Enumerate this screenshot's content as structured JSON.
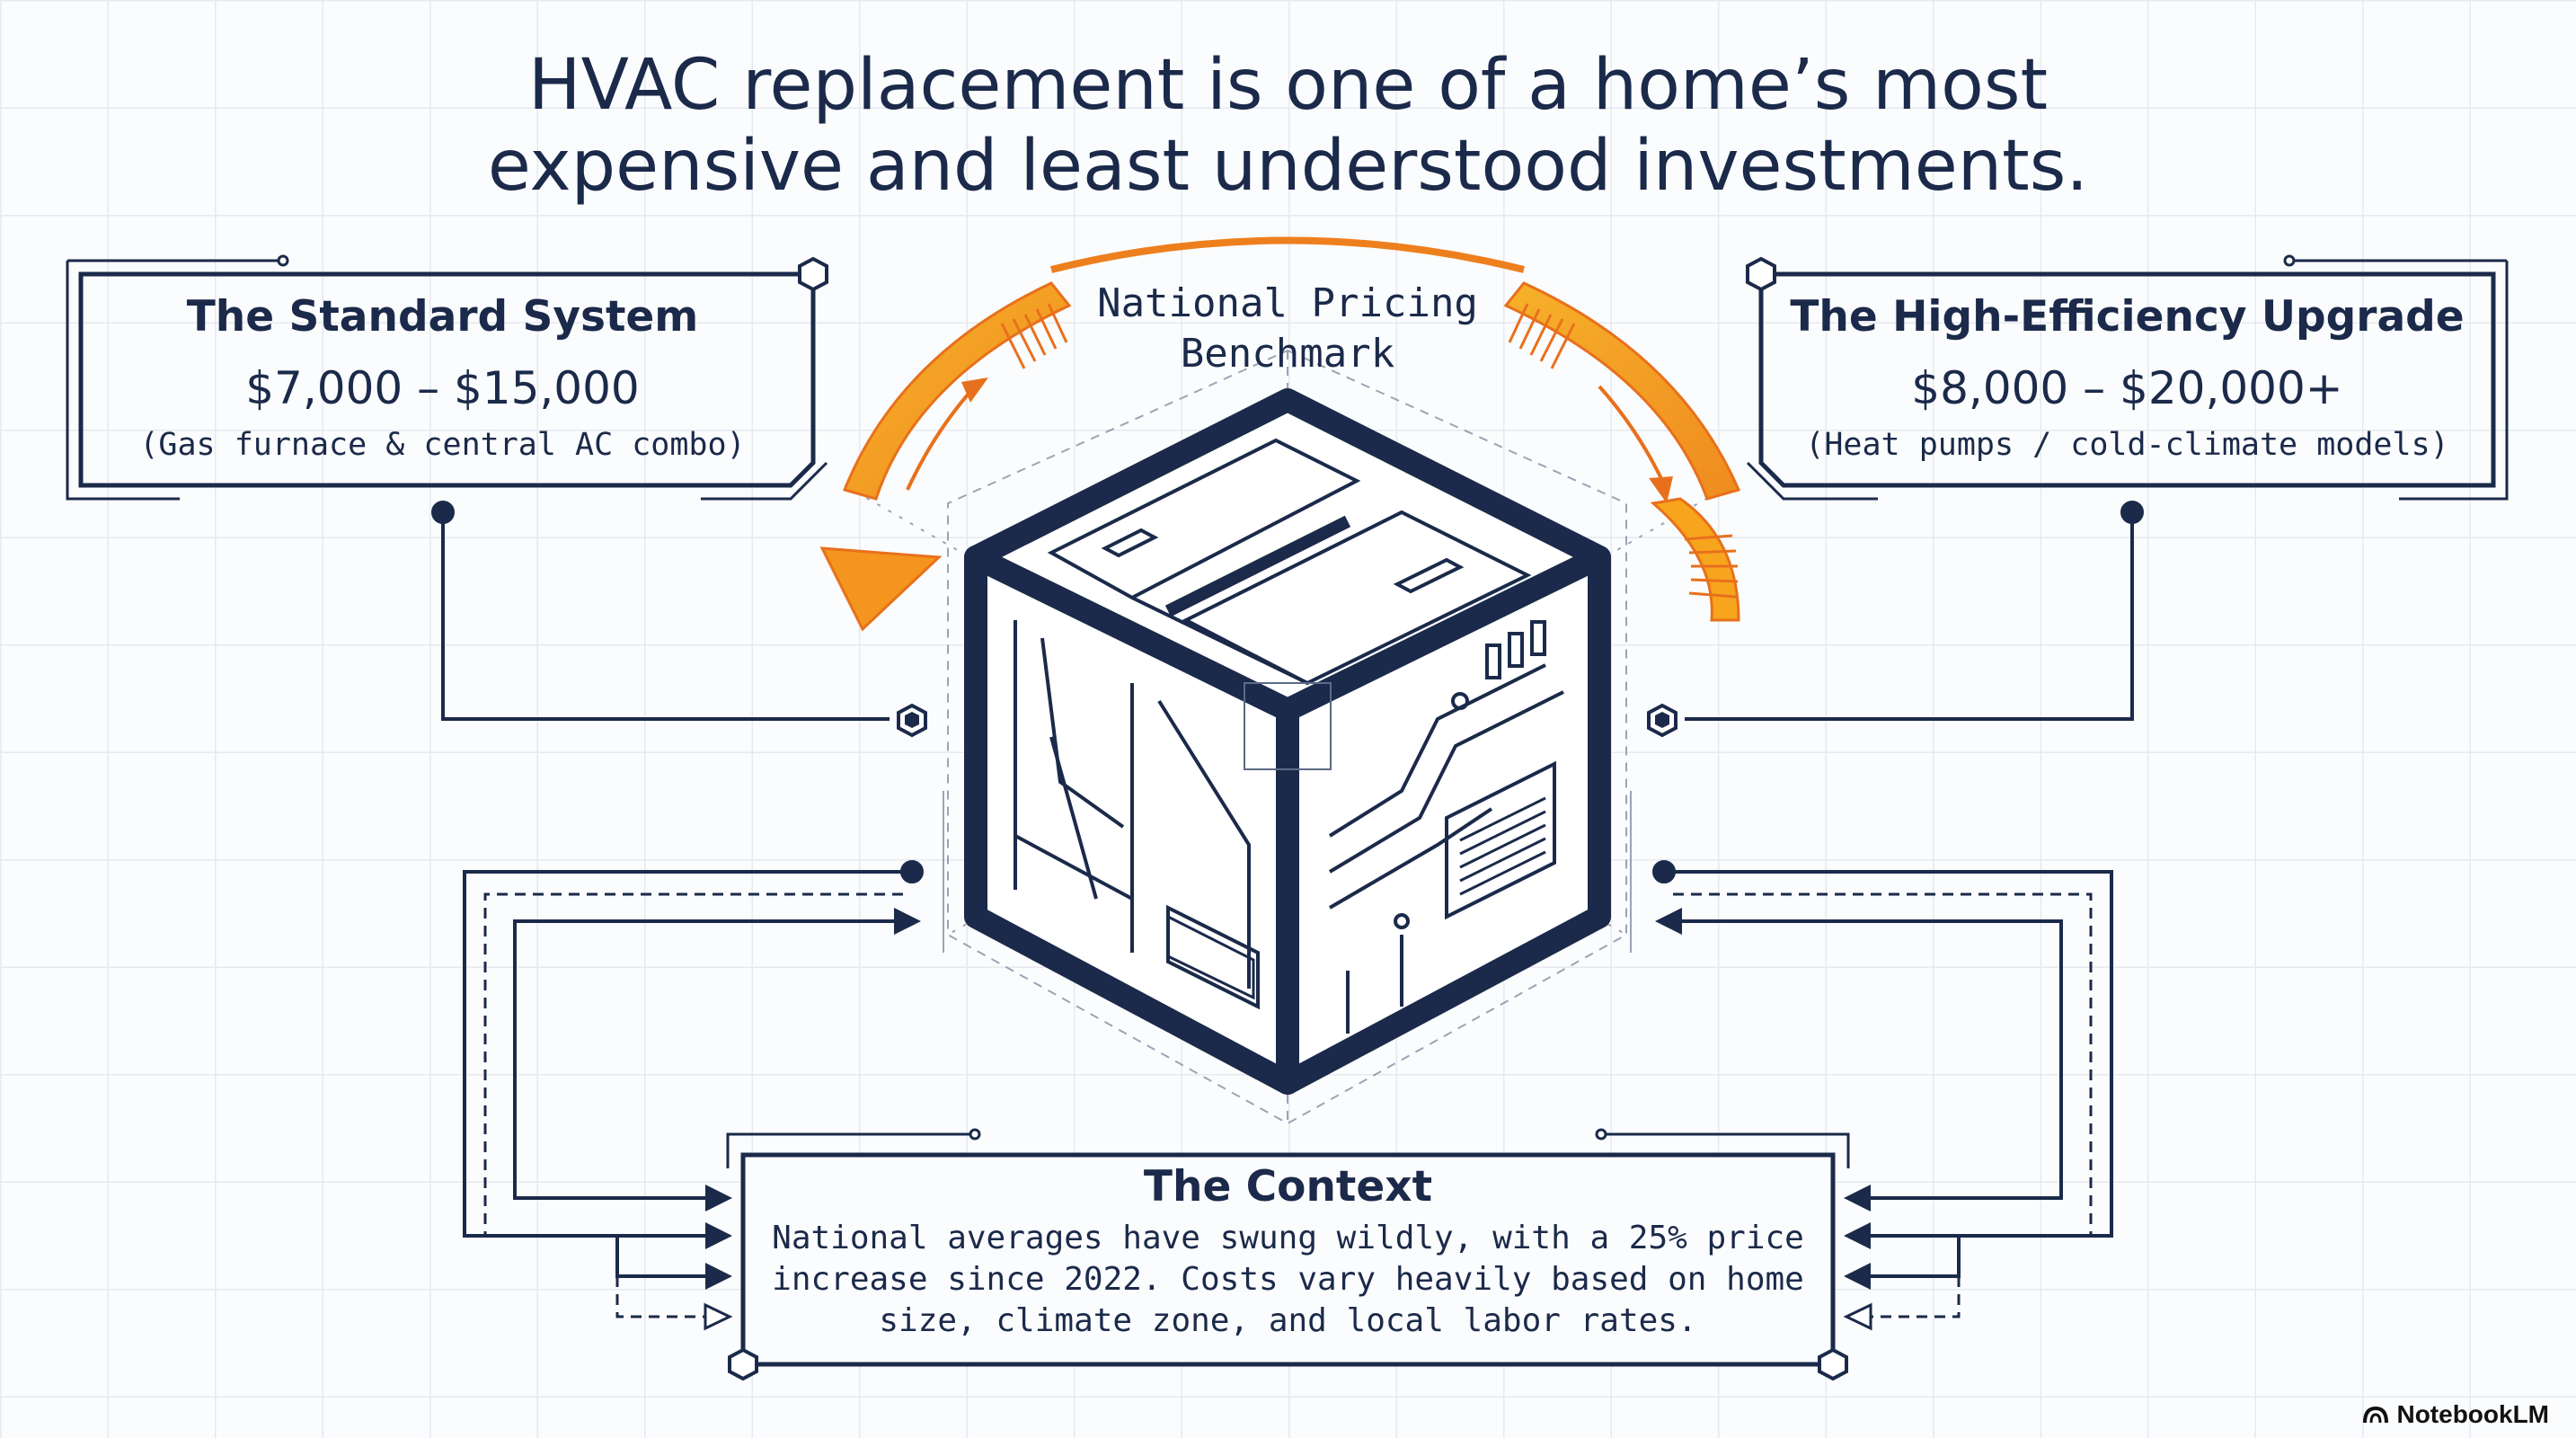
{
  "title": {
    "line1": "HVAC replacement is one of a home’s most",
    "line2": "expensive and least understood investments."
  },
  "benchmark": {
    "line1": "National Pricing",
    "line2": "Benchmark"
  },
  "standard": {
    "heading": "The Standard System",
    "price": "$7,000 – $15,000",
    "note": "(Gas furnace & central AC combo)"
  },
  "upgrade": {
    "heading": "The High-Efficiency Upgrade",
    "price": "$8,000 – $20,000+",
    "note": "(Heat pumps / cold-climate models)"
  },
  "context": {
    "heading": "The Context",
    "lines": [
      "National averages have swung wildly, with a 25% price",
      "increase since 2022. Costs vary heavily based on home",
      "size, climate zone, and local labor rates."
    ]
  },
  "brand": {
    "label": "NotebookLM",
    "icon": "notebooklm-logo-icon"
  },
  "colors": {
    "navy": "#1b2a4a",
    "orange": "#f5a01a",
    "orange_dark": "#e8701c",
    "grid": "#e6e9ee",
    "background": "#fbfcfd"
  }
}
